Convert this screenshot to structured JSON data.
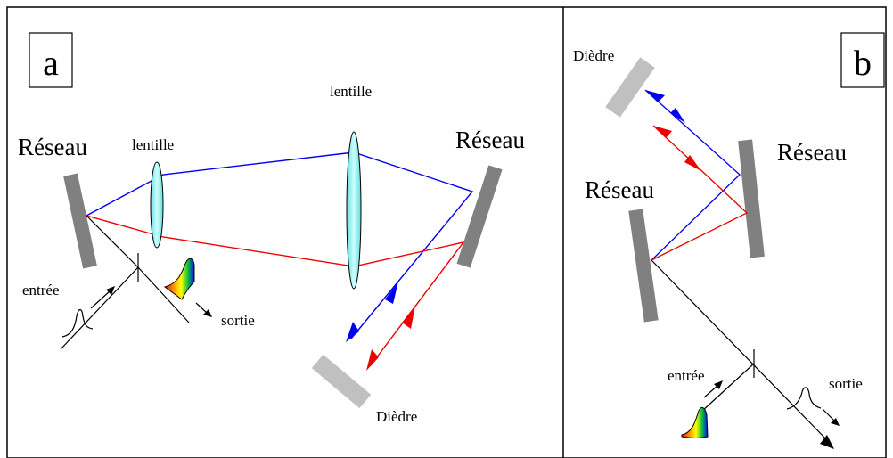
{
  "panels": {
    "a": {
      "label": "a",
      "grating_left_label": "Réseau",
      "grating_right_label": "Réseau",
      "lens_left_label": "lentille",
      "lens_right_label": "lentille",
      "input_label": "entrée",
      "output_label": "sortie",
      "roof_label": "Dièdre"
    },
    "b": {
      "label": "b",
      "roof_label": "Dièdre",
      "grating_top_label": "Réseau",
      "grating_bottom_label": "Réseau",
      "input_label": "entrée",
      "output_label": "sortie"
    }
  },
  "colors": {
    "blue_ray": "#0000ee",
    "red_ray": "#ee0000",
    "grating": "#808080",
    "roof_mirror": "#c0c0c0",
    "lens_fill": "#99eeee"
  }
}
